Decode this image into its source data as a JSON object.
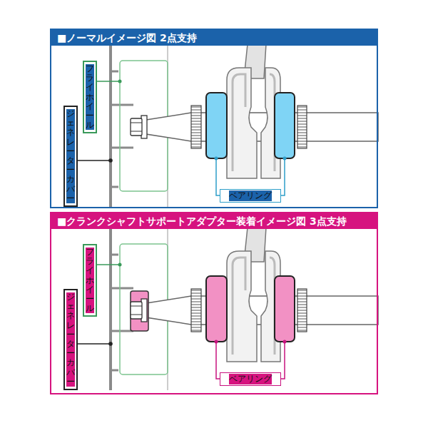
{
  "diagram": {
    "nodes": [
      {
        "text": [
          "■ノーマルイメージ図 2点支持"
        ]
      },
      {
        "text": [
          "フライホイール"
        ],
        "in": 0
      },
      {
        "text": [
          "ジェネレーターカバー"
        ],
        "in": 0
      },
      {
        "text": [
          "ベアリング"
        ],
        "in": 0
      },
      {
        "text": [
          "■クランクシャフトサポートアダプター装着イメージ図 3点支持"
        ]
      },
      {
        "text": [
          "フライホイール"
        ],
        "in": 4
      },
      {
        "text": [
          "ジェネレーターカバー"
        ],
        "in": 4
      },
      {
        "text": [
          "ベアリング"
        ],
        "in": 4
      }
    ]
  }
}
